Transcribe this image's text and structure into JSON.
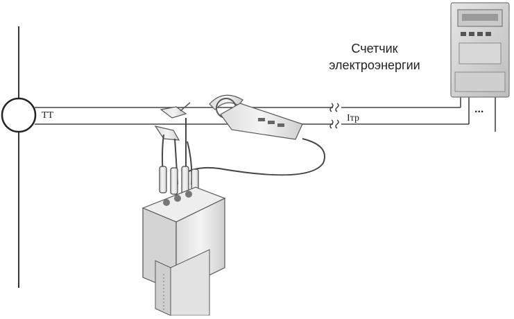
{
  "meter": {
    "label_line1": "Счетчик",
    "label_line2": "электроэнергии"
  },
  "ct_label": "ТТ",
  "current_label": "Iтр",
  "continuation_mark": "..."
}
